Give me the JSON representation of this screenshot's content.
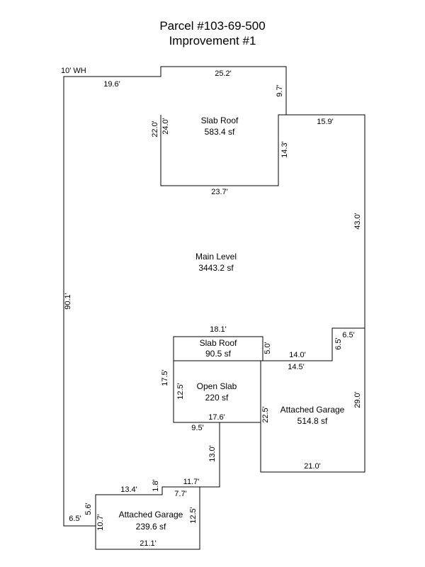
{
  "header": {
    "parcel": "Parcel #103-69-500",
    "improvement": "Improvement #1"
  },
  "note": "10' WH",
  "areas": {
    "slab_roof_top": {
      "name": "Slab Roof",
      "area": "583.4 sf"
    },
    "main_level": {
      "name": "Main Level",
      "area": "3443.2 sf"
    },
    "slab_roof_small": {
      "name": "Slab Roof",
      "area": "90.5 sf"
    },
    "open_slab": {
      "name": "Open Slab",
      "area": "220 sf"
    },
    "garage_right": {
      "name": "Attached Garage",
      "area": "514.8 sf"
    },
    "garage_bottom": {
      "name": "Attached Garage",
      "area": "239.6 sf"
    }
  },
  "dims": {
    "d_25_2": "25.2'",
    "d_19_6": "19.6'",
    "d_9_7": "9.7'",
    "d_15_9": "15.9'",
    "d_22_0": "22.0'",
    "d_24_0": "24.0'",
    "d_14_3": "14.3'",
    "d_23_7": "23.7'",
    "d_43_0": "43.0'",
    "d_90_1": "90.1'",
    "d_18_1": "18.1'",
    "d_5_0": "5.0'",
    "d_14_0": "14.0'",
    "d_6_5a": "6.5'",
    "d_6_5b": "6.5'",
    "d_14_5": "14.5'",
    "d_17_5": "17.5'",
    "d_12_5a": "12.5'",
    "d_29_0": "29.0'",
    "d_22_5": "22.5'",
    "d_17_6": "17.6'",
    "d_9_5": "9.5'",
    "d_13_0": "13.0'",
    "d_21_0": "21.0'",
    "d_11_7": "11.7'",
    "d_13_4": "13.4'",
    "d_1_8": "1.8'",
    "d_7_7": "7.7'",
    "d_6_5c": "6.5'",
    "d_5_6": "5.6'",
    "d_10_7": "10.7'",
    "d_12_5b": "12.5'",
    "d_21_1": "21.1'"
  }
}
